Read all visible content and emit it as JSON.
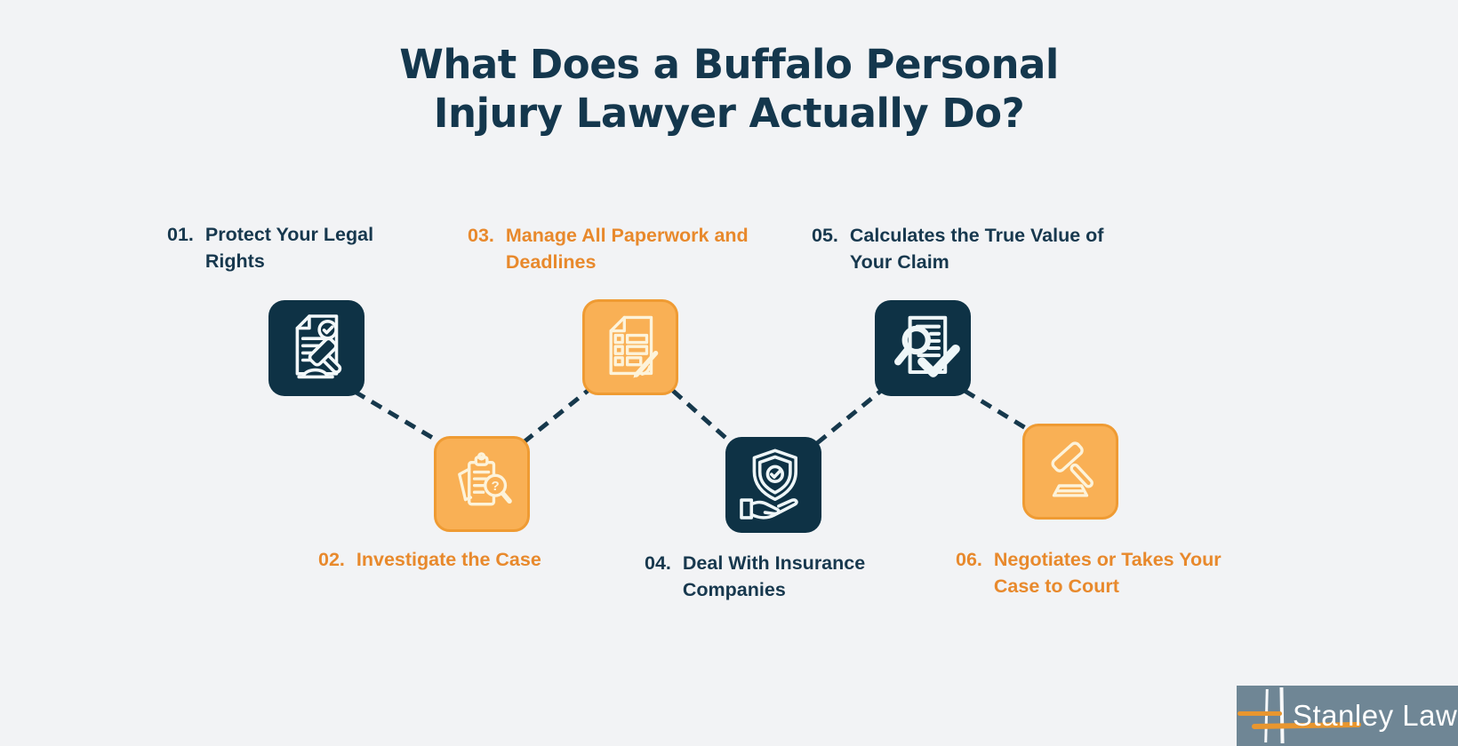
{
  "title": {
    "line1": "What Does a Buffalo Personal",
    "line2": "Injury Lawyer Actually Do?"
  },
  "steps": [
    {
      "number": "01.",
      "label": "Protect Your Legal Rights",
      "theme": "navy",
      "icon": "document-gavel-icon"
    },
    {
      "number": "02.",
      "label": "Investigate the Case",
      "theme": "orange",
      "icon": "clipboard-magnifier-icon"
    },
    {
      "number": "03.",
      "label": "Manage All Paperwork and Deadlines",
      "theme": "orange",
      "icon": "checklist-pen-icon"
    },
    {
      "number": "04.",
      "label": "Deal With Insurance Companies",
      "theme": "navy",
      "icon": "shield-hand-icon"
    },
    {
      "number": "05.",
      "label": "Calculates the True Value of Your Claim",
      "theme": "navy",
      "icon": "document-magnifier-check-icon"
    },
    {
      "number": "06.",
      "label": "Negotiates or Takes Your Case to Court",
      "theme": "orange",
      "icon": "gavel-icon"
    }
  ],
  "logo": {
    "text": "Stanley Law"
  },
  "colors": {
    "background": "#f2f3f5",
    "navy_box": "#0e3245",
    "navy_text": "#17384e",
    "orange_fill": "#f9b055",
    "orange_border": "#ef9b33",
    "orange_text": "#e8892c",
    "connector": "#16384c",
    "logo_background": "#6f8695",
    "logo_accent": "#e8962f"
  }
}
